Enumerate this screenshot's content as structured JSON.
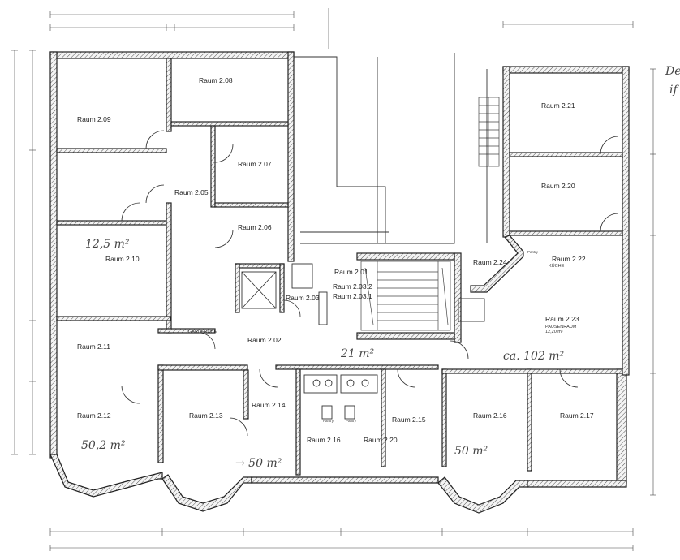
{
  "rooms": {
    "r208": "Raum 2.08",
    "r209": "Raum 2.09",
    "r207": "Raum 2.07",
    "r205": "Raum 2.05",
    "r206": "Raum 2.06",
    "r210": "Raum 2.10",
    "r211": "Raum 2.11",
    "r212": "Raum 2.12",
    "r213": "Raum 2.13",
    "r214": "Raum 2.14",
    "r216a": "Raum 2.16",
    "r220a": "Raum 2.20",
    "r215": "Raum 2.15",
    "r216": "Raum 2.16",
    "r217": "Raum 2.17",
    "r202": "Raum 2.02",
    "r203": "Raum 2.03",
    "r201": "Raum 2.01",
    "r2032": "Raum 2.03.2",
    "r2031": "Raum 2.03.1",
    "r221": "Raum 2.21",
    "r220": "Raum 2.20",
    "r224": "Raum 2.24",
    "r222": "Raum 2.22",
    "r223": "Raum 2.23"
  },
  "labels": {
    "garderobe": "GARDEROBE",
    "pausenraum": "PAUSENRAUM",
    "pausen_area": "12,20 m²",
    "kueche": "KÜCHE",
    "pantry": "Pantry",
    "pantry2": "Pantry",
    "pantry3": "Pantry"
  },
  "handwritten": {
    "a1": "12,5 m²",
    "a2": "50,2 m²",
    "a3": "→ 50 m²",
    "a4": "21 m²",
    "a5": "50 m²",
    "a6": "ca. 102 m²",
    "margin1": "De",
    "margin2": "if"
  }
}
